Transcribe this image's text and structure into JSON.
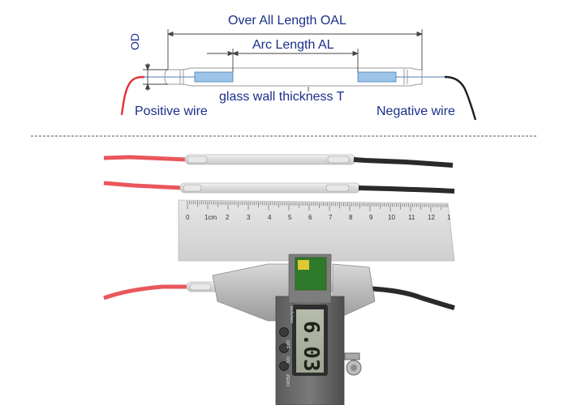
{
  "diagram": {
    "oal_label": "Over All Length OAL",
    "al_label": "Arc Length AL",
    "od_label": "OD",
    "thickness_label": "glass wall thickness T",
    "positive_label": "Positive wire",
    "negative_label": "Negative wire"
  },
  "ruler": {
    "ticks": [
      "0",
      "1cm",
      "2",
      "3",
      "4",
      "5",
      "6",
      "7",
      "8",
      "9",
      "10",
      "11",
      "12",
      "1"
    ]
  },
  "caliper": {
    "brand_label": "inch/mm",
    "buttons": [
      "OFF",
      "ON",
      "ZERO"
    ],
    "display": "6.03"
  },
  "colors": {
    "label_blue": "#1a2f8a",
    "electrode_blue": "#9bc4e8",
    "positive_wire": "#e0333b",
    "negative_wire": "#1c1c1c"
  }
}
